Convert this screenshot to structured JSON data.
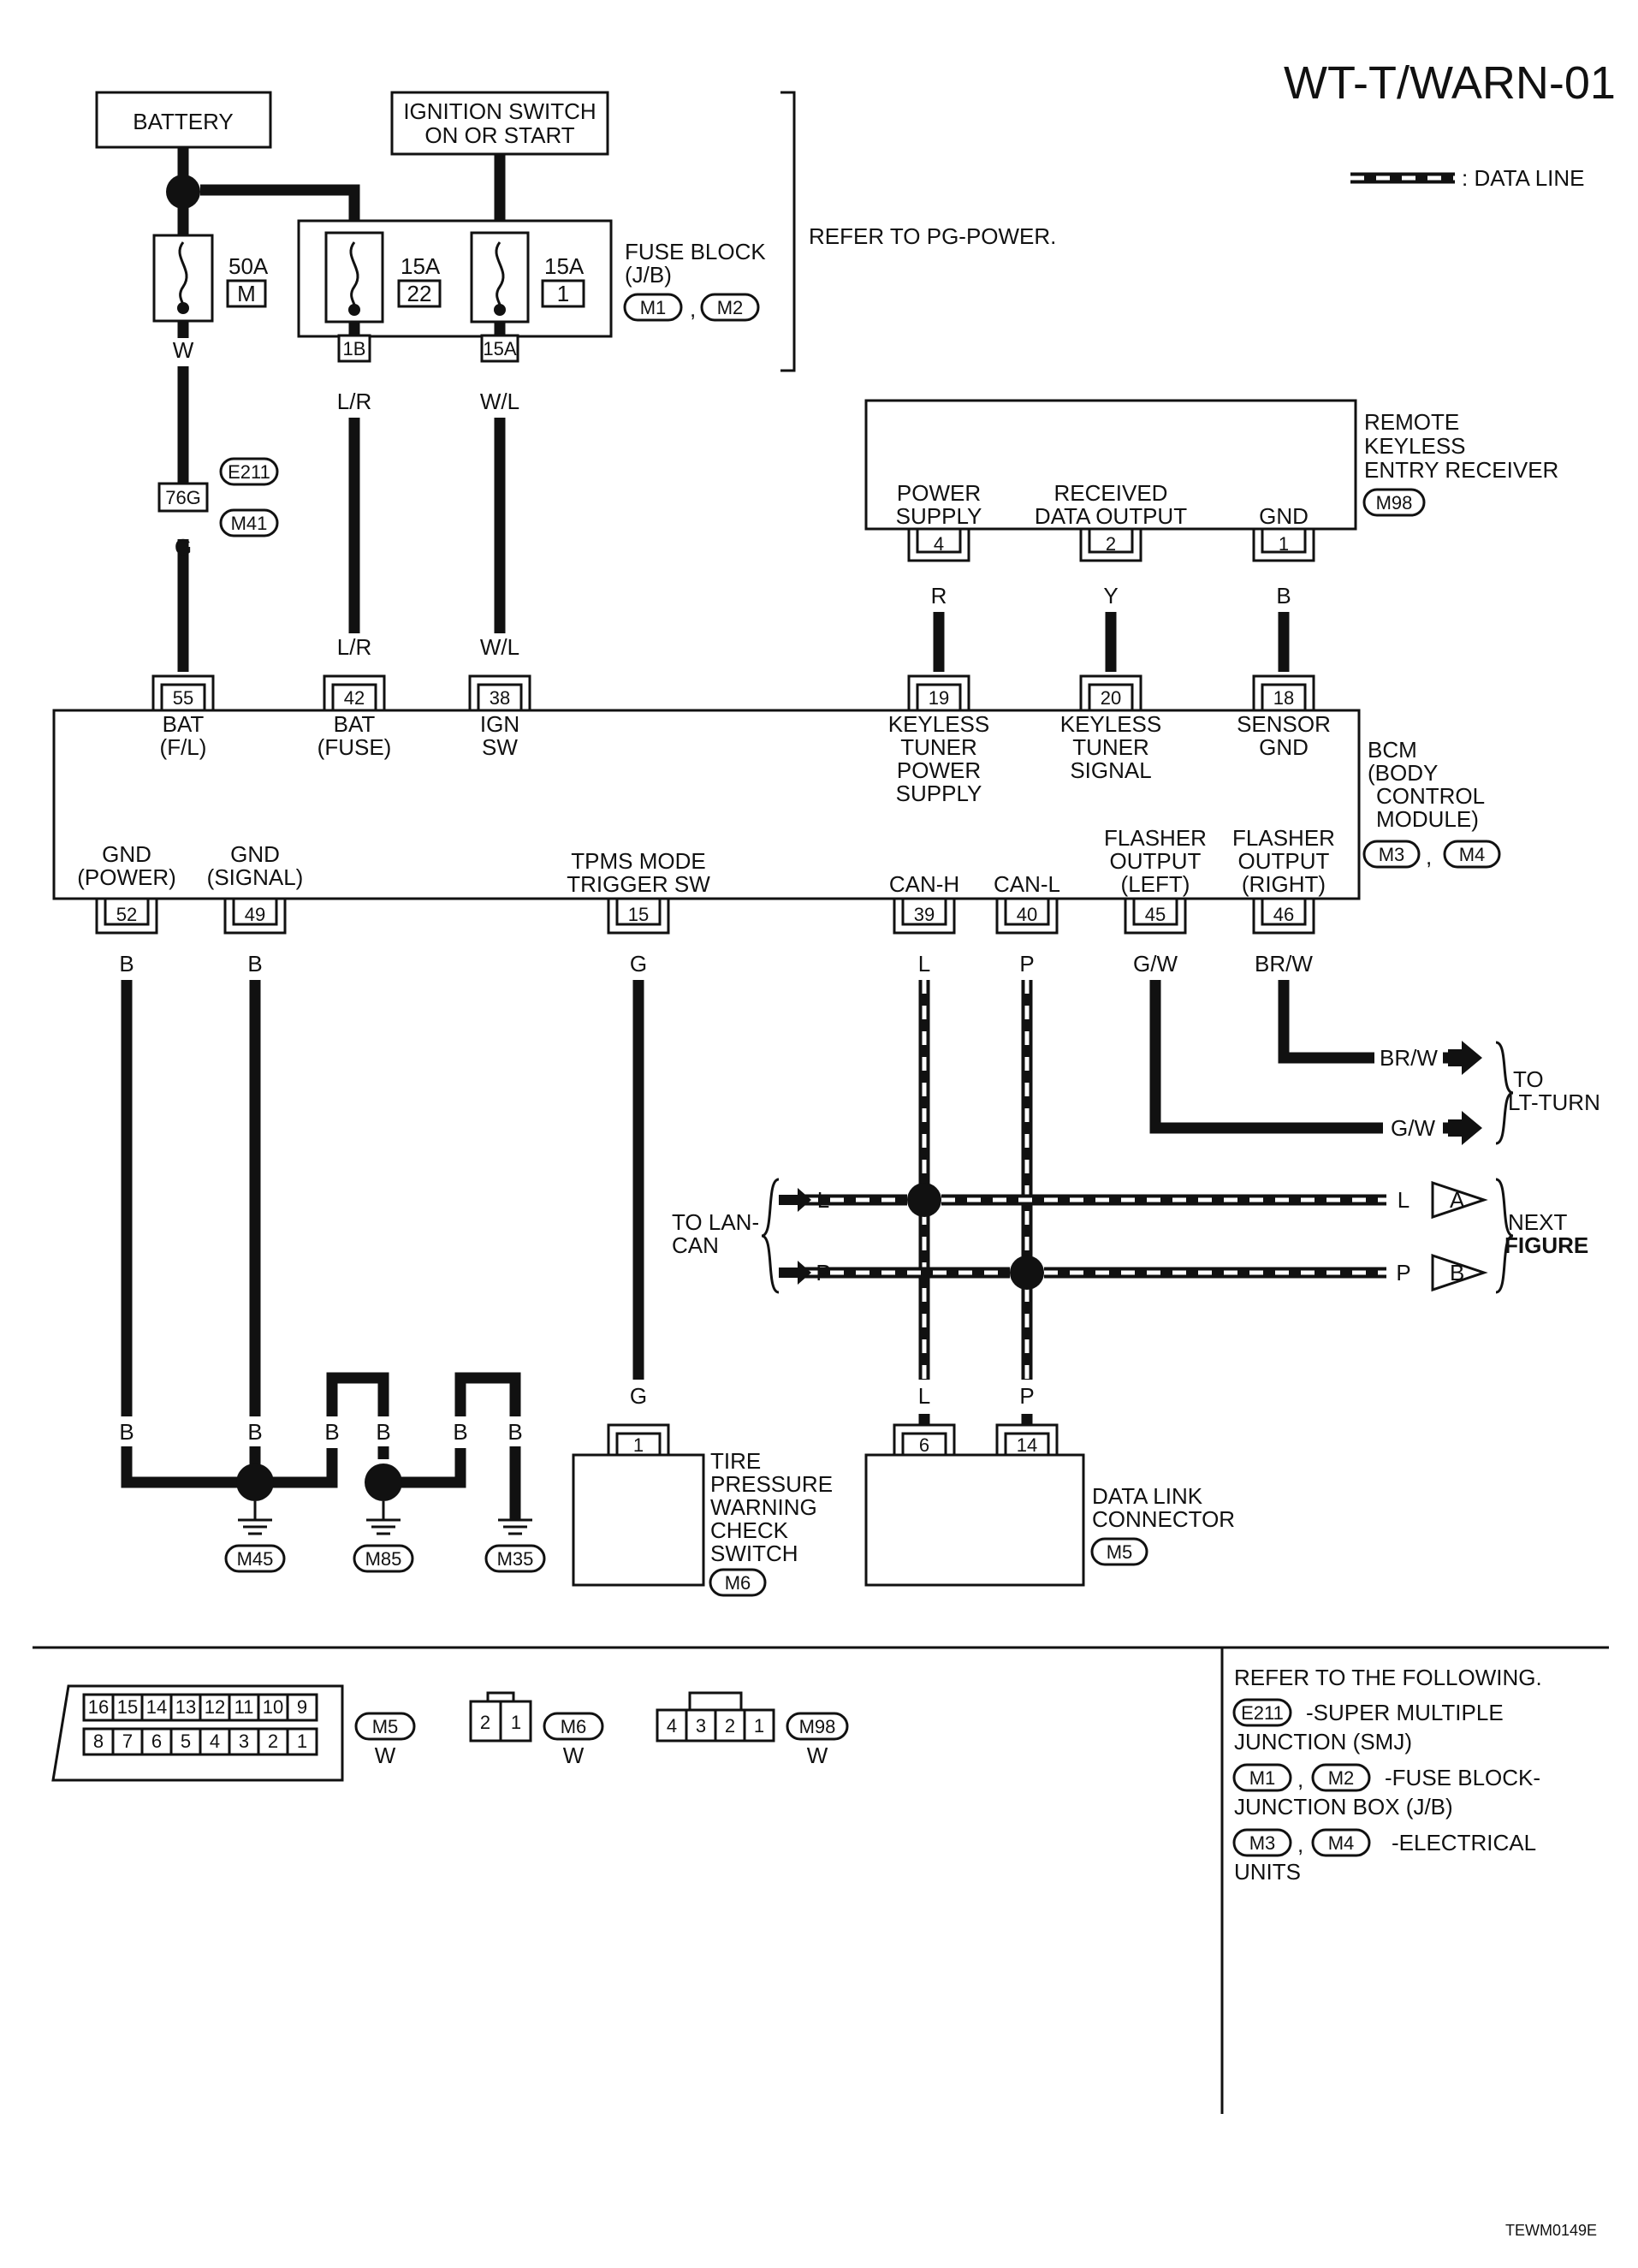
{
  "title": "WT-T/WARN-01",
  "legend_data_line": ": DATA LINE",
  "footer_code": "TEWM0149E",
  "refer_pg_power": "REFER TO PG-POWER.",
  "battery": "BATTERY",
  "ignition": [
    "IGNITION SWITCH",
    "ON OR START"
  ],
  "fuse_block": {
    "title": [
      "FUSE BLOCK",
      "(J/B)"
    ],
    "conn1": "M1",
    "conn2": "M2"
  },
  "fuses": [
    {
      "amp": "50A",
      "id": "M"
    },
    {
      "amp": "15A",
      "id": "22"
    },
    {
      "amp": "15A",
      "id": "1"
    }
  ],
  "fuse_terms": [
    "1B",
    "15A"
  ],
  "wires": {
    "w": "W",
    "lr": "L/R",
    "wl": "W/L",
    "g": "G",
    "r": "R",
    "y": "Y",
    "b": "B",
    "l": "L",
    "p": "P",
    "gw": "G/W",
    "brw": "BR/W"
  },
  "joint": {
    "term": "76G",
    "c1": "E211",
    "c2": "M41"
  },
  "receiver": {
    "title": [
      "REMOTE",
      "KEYLESS",
      "ENTRY RECEIVER"
    ],
    "conn": "M98",
    "pins": [
      {
        "label": [
          "POWER",
          "SUPPLY"
        ],
        "num": "4"
      },
      {
        "label": [
          "RECEIVED",
          "DATA OUTPUT"
        ],
        "num": "2"
      },
      {
        "label": [
          "GND"
        ],
        "num": "1"
      }
    ]
  },
  "bcm": {
    "title": [
      "BCM",
      "(BODY",
      "CONTROL",
      "MODULE)"
    ],
    "conn1": "M3",
    "conn2": "M4",
    "top_pins": [
      {
        "num": "55",
        "label": [
          "BAT",
          "(F/L)"
        ]
      },
      {
        "num": "42",
        "label": [
          "BAT",
          "(FUSE)"
        ]
      },
      {
        "num": "38",
        "label": [
          "IGN",
          "SW"
        ]
      },
      {
        "num": "19",
        "label": [
          "KEYLESS",
          "TUNER",
          "POWER",
          "SUPPLY"
        ]
      },
      {
        "num": "20",
        "label": [
          "KEYLESS",
          "TUNER",
          "SIGNAL"
        ]
      },
      {
        "num": "18",
        "label": [
          "SENSOR",
          "GND"
        ]
      }
    ],
    "bottom_pins": [
      {
        "num": "52",
        "label": [
          "GND",
          "(POWER)"
        ]
      },
      {
        "num": "49",
        "label": [
          "GND",
          "(SIGNAL)"
        ]
      },
      {
        "num": "15",
        "label": [
          "TPMS MODE",
          "TRIGGER SW"
        ]
      },
      {
        "num": "39",
        "label": [
          "CAN-H"
        ]
      },
      {
        "num": "40",
        "label": [
          "CAN-L"
        ]
      },
      {
        "num": "45",
        "label": [
          "FLASHER",
          "OUTPUT",
          "(LEFT)"
        ]
      },
      {
        "num": "46",
        "label": [
          "FLASHER",
          "OUTPUT",
          "(RIGHT)"
        ]
      }
    ]
  },
  "to_lt_turn": [
    "TO",
    "LT-TURN"
  ],
  "to_lan": [
    "TO LAN-",
    "CAN"
  ],
  "next_fig": [
    "NEXT",
    "FIGURE"
  ],
  "marker_a": "A",
  "marker_b": "B",
  "grounds": [
    "M45",
    "M85",
    "M35"
  ],
  "tire_switch": {
    "pin": "1",
    "title": [
      "TIRE",
      "PRESSURE",
      "WARNING",
      "CHECK",
      "SWITCH"
    ],
    "conn": "M6"
  },
  "dlc": {
    "pins": [
      "6",
      "14"
    ],
    "title": [
      "DATA LINK",
      "CONNECTOR"
    ],
    "conn": "M5"
  },
  "connectors": {
    "m5": {
      "top": [
        "16",
        "15",
        "14",
        "13",
        "12",
        "11",
        "10",
        "9"
      ],
      "bottom": [
        "8",
        "7",
        "6",
        "5",
        "4",
        "3",
        "2",
        "1"
      ],
      "name": "M5",
      "color": "W"
    },
    "m6": {
      "pins": [
        "2",
        "1"
      ],
      "name": "M6",
      "color": "W"
    },
    "m98": {
      "pins": [
        "4",
        "3",
        "2",
        "1"
      ],
      "name": "M98",
      "color": "W"
    }
  },
  "refer_list": {
    "heading": "REFER TO THE FOLLOWING.",
    "items": [
      {
        "conns": [
          "E211"
        ],
        "text": [
          "-SUPER MULTIPLE",
          "JUNCTION (SMJ)"
        ]
      },
      {
        "conns": [
          "M1",
          "M2"
        ],
        "text": [
          "-FUSE BLOCK-",
          "JUNCTION BOX (J/B)"
        ]
      },
      {
        "conns": [
          "M3",
          "M4"
        ],
        "text": [
          "-ELECTRICAL",
          "UNITS"
        ]
      }
    ]
  }
}
